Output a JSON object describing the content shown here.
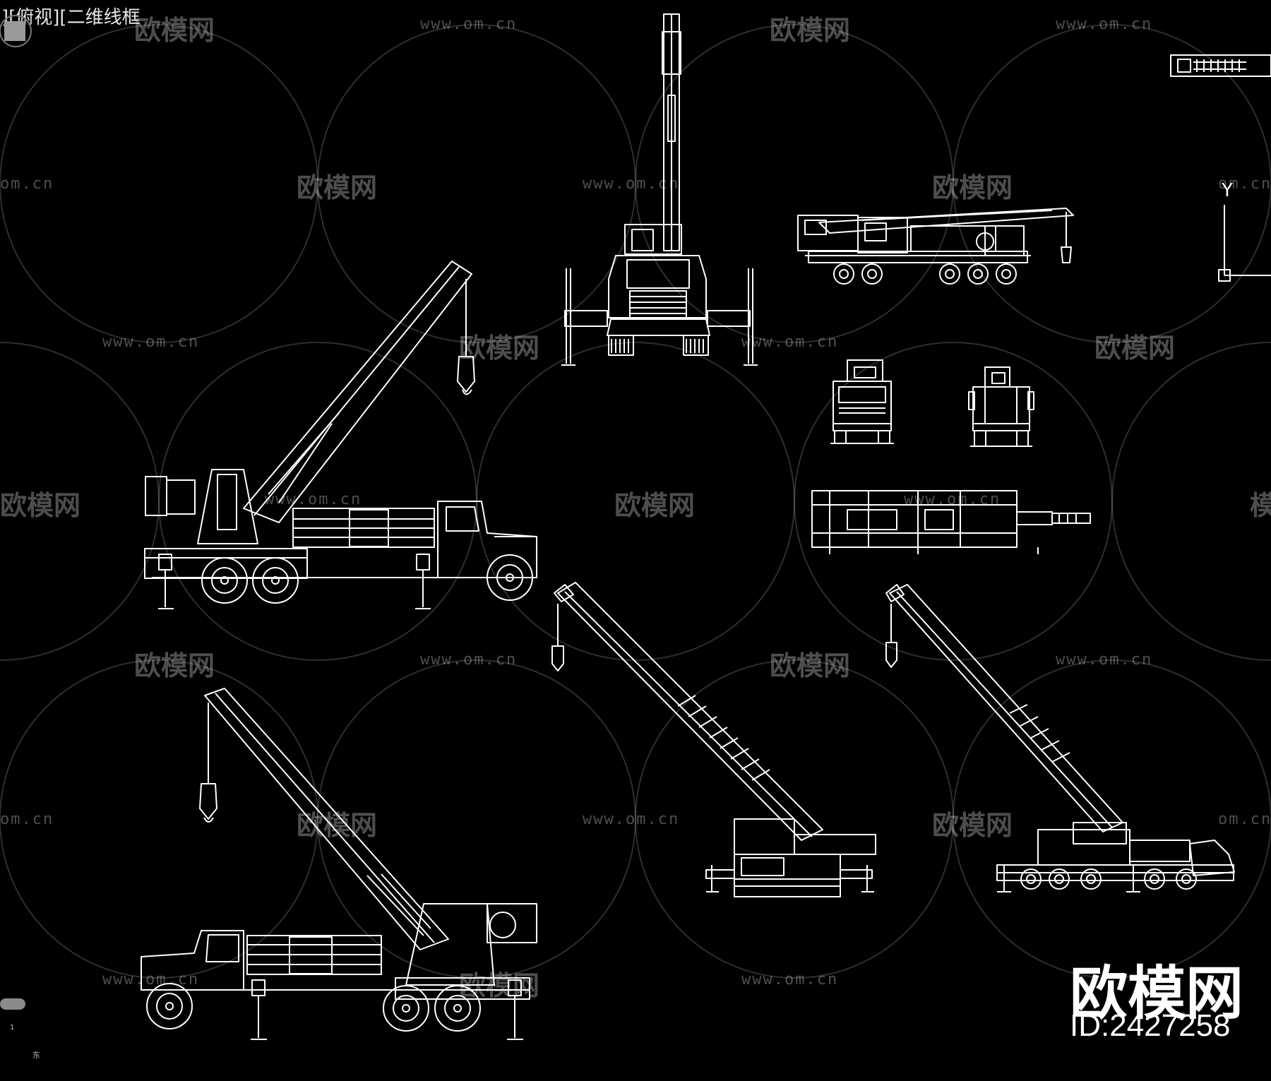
{
  "viewport": {
    "label": "][俯视][二维线框",
    "background": "#000000",
    "line_color": "#ffffff"
  },
  "watermarks": {
    "brand": "欧模网",
    "url": "www.om.cn",
    "url_fragment": "om.cn",
    "brand_fragment": "模网",
    "id_label": "ID:2427258"
  },
  "ucs": {
    "y_axis_label": "Y",
    "cube_number": "1",
    "cube_letter": "东"
  },
  "icons": [
    "ucs-icon",
    "view-cube-icon",
    "crane-truck-drawings"
  ]
}
